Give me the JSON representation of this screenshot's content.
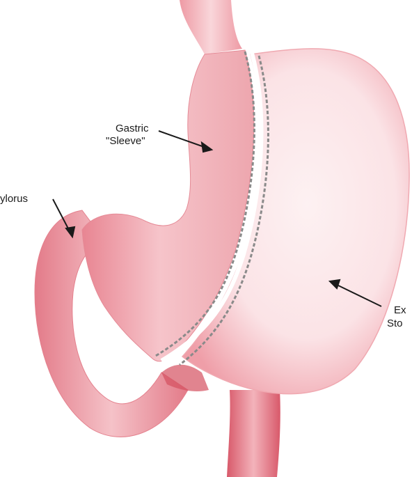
{
  "labels": {
    "gastric_sleeve_line1": "Gastric",
    "gastric_sleeve_line2": "\"Sleeve\"",
    "pylorus": "ylorus",
    "excised_line1": "Ex",
    "excised_line2": "Sto"
  },
  "colors": {
    "tissue_light": "#fbe3e6",
    "tissue_mid": "#f2b6bd",
    "tissue_dark": "#d9606f",
    "staple_line": "#8a8a8a",
    "arrow": "#1a1a1a"
  }
}
